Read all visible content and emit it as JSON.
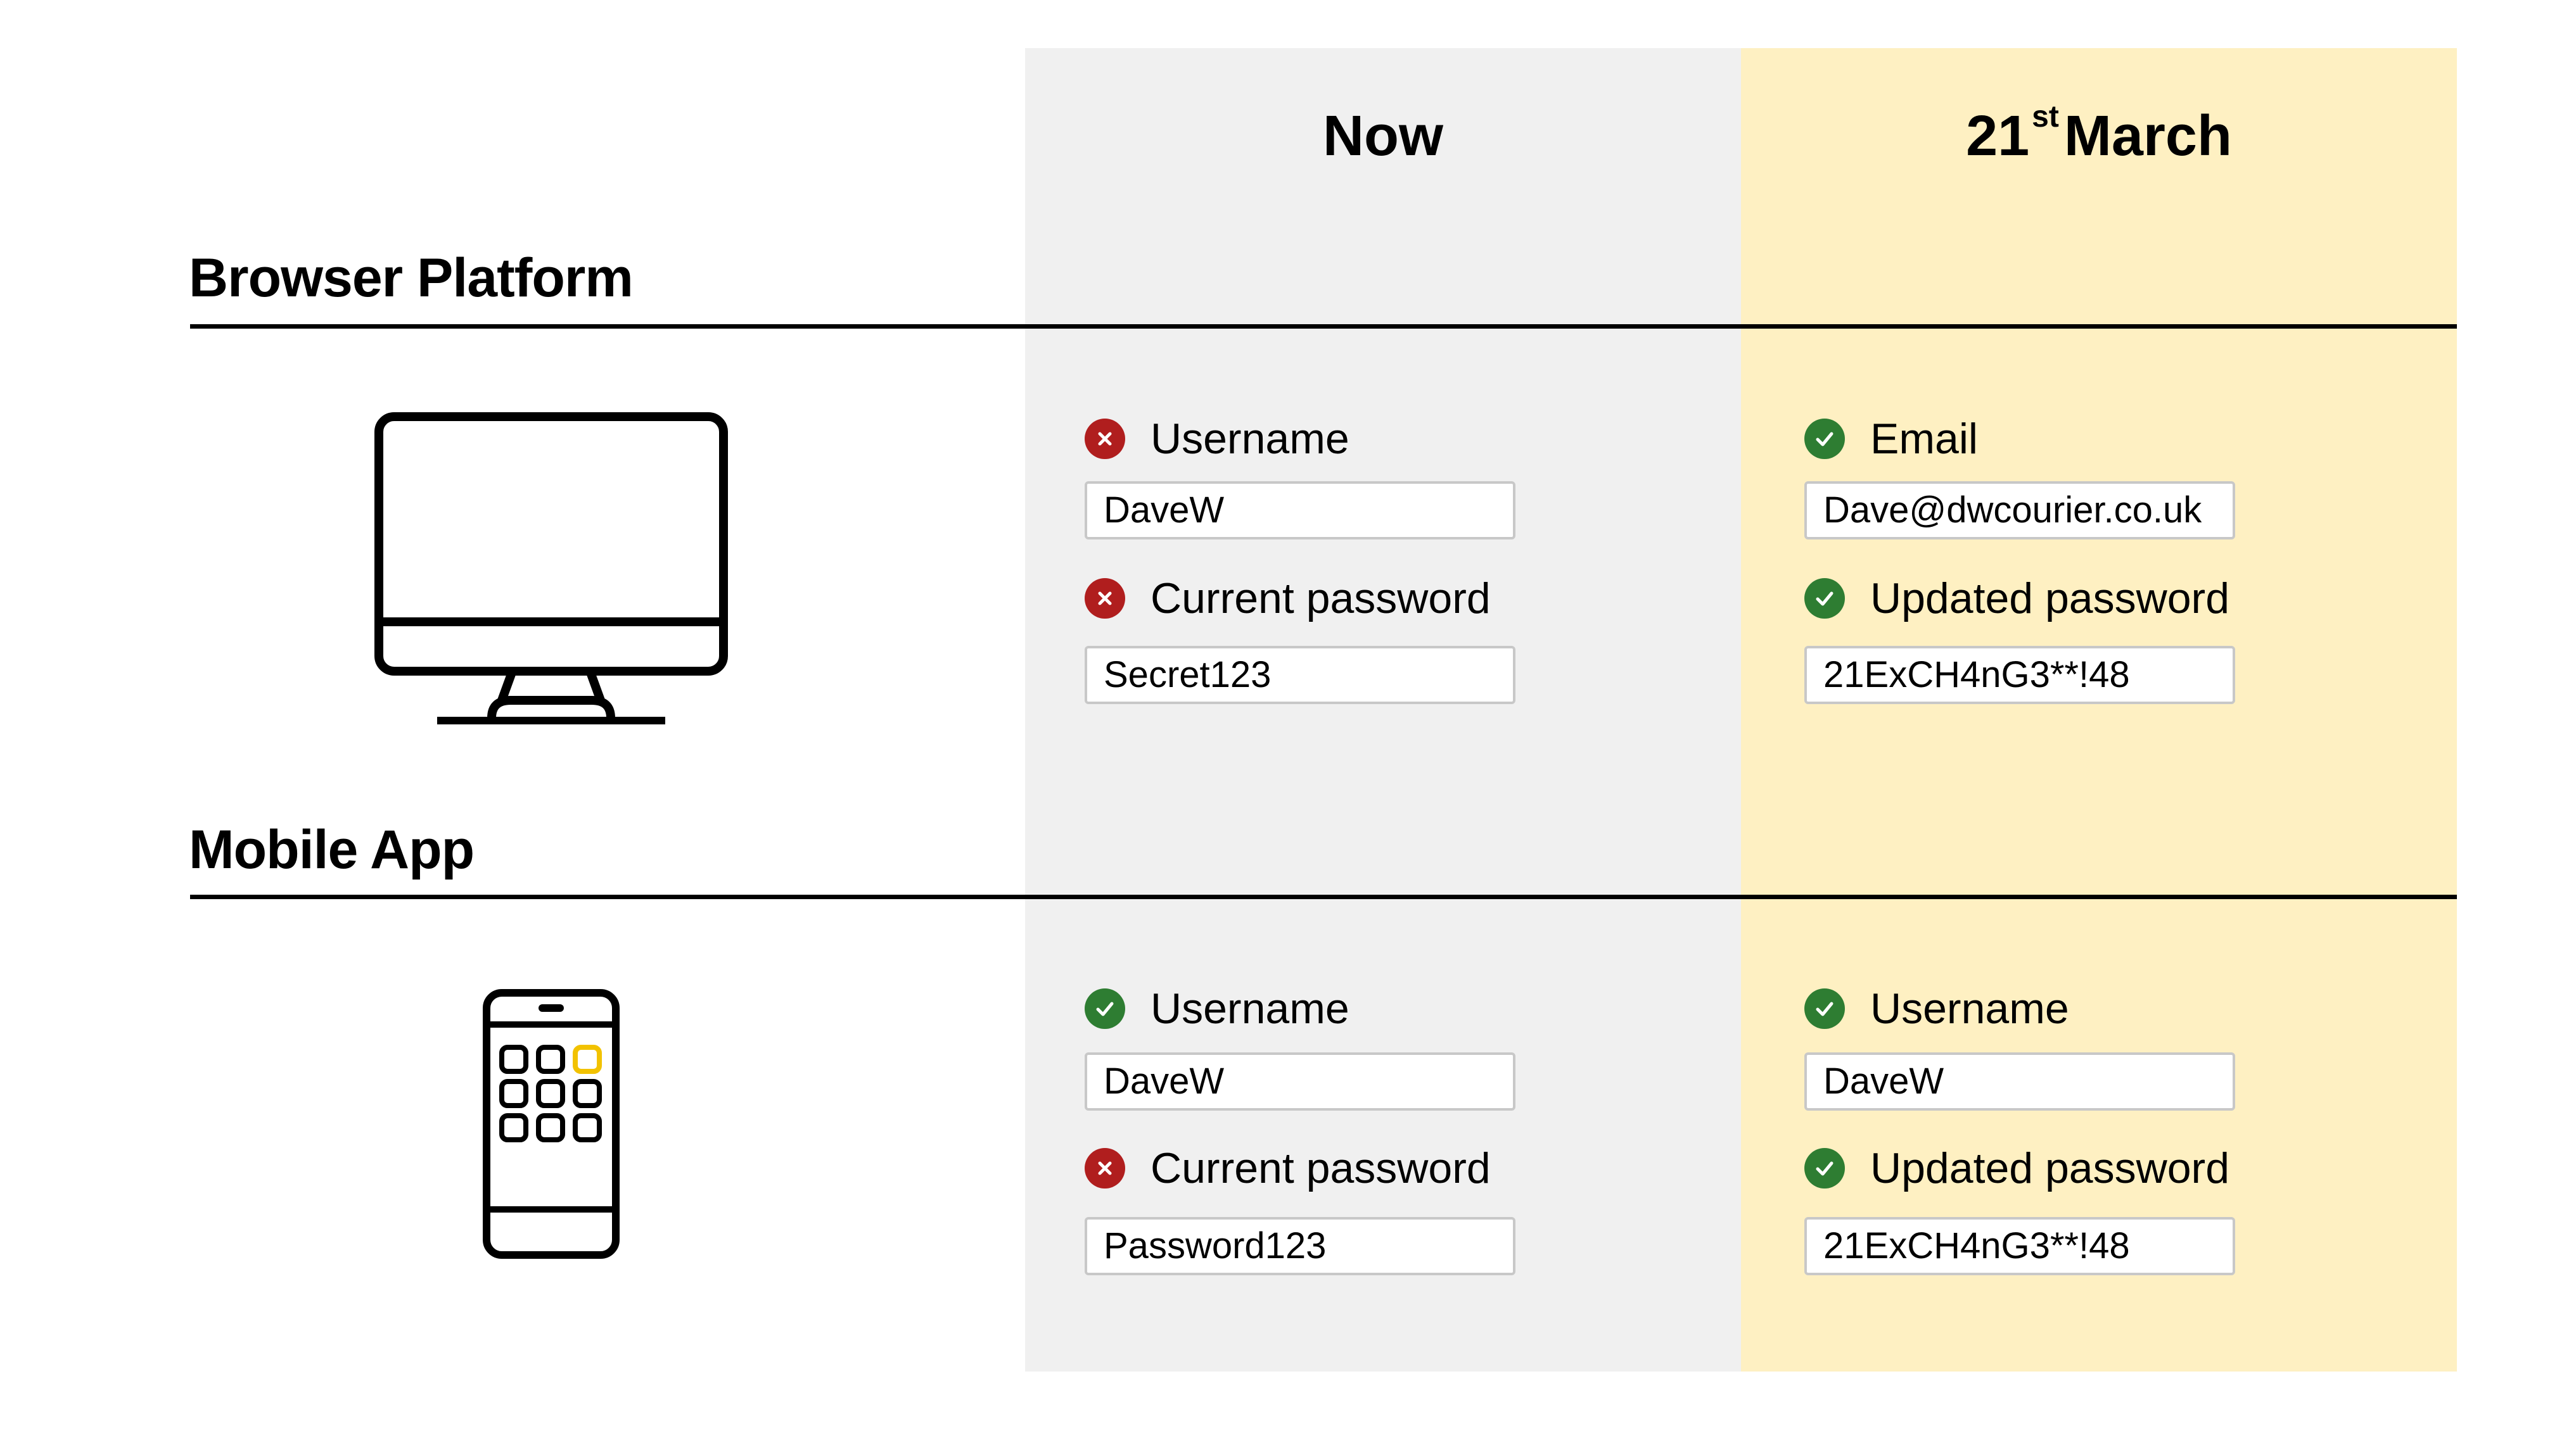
{
  "columns": {
    "now": {
      "title": "Now"
    },
    "march": {
      "title_day": "21",
      "title_suffix": "st",
      "title_month": "March"
    }
  },
  "sections": {
    "browser": {
      "title": "Browser Platform",
      "icon": "desktop-monitor-icon",
      "now": {
        "field1": {
          "label": "Username",
          "status": "cross",
          "value": "DaveW"
        },
        "field2": {
          "label": "Current password",
          "status": "cross",
          "value": "Secret123"
        }
      },
      "march": {
        "field1": {
          "label": "Email",
          "status": "check",
          "value": "Dave@dwcourier.co.uk"
        },
        "field2": {
          "label": "Updated password",
          "status": "check",
          "value": "21ExCH4nG3**!48"
        }
      }
    },
    "mobile": {
      "title": "Mobile App",
      "icon": "smartphone-icon",
      "now": {
        "field1": {
          "label": "Username",
          "status": "check",
          "value": "DaveW"
        },
        "field2": {
          "label": "Current password",
          "status": "cross",
          "value": "Password123"
        }
      },
      "march": {
        "field1": {
          "label": "Username",
          "status": "check",
          "value": "DaveW"
        },
        "field2": {
          "label": "Updated password",
          "status": "check",
          "value": "21ExCH4nG3**!48"
        }
      }
    }
  },
  "colors": {
    "now_column": "#f0f0f0",
    "march_column": "#fef0c2",
    "check": "#2e7d32",
    "cross": "#b01e1e",
    "app_highlight": "#f2c200"
  }
}
